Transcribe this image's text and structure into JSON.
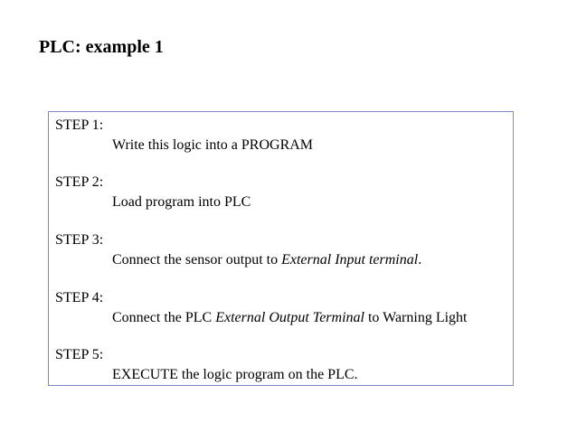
{
  "slide": {
    "title": "PLC: example 1"
  },
  "steps": [
    {
      "label": "STEP 1:",
      "text_before": "Write this logic into a PROGRAM",
      "text_italic": "",
      "text_after": ""
    },
    {
      "label": "STEP 2:",
      "text_before": "Load program into PLC",
      "text_italic": "",
      "text_after": ""
    },
    {
      "label": "STEP 3:",
      "text_before": "Connect the sensor output to ",
      "text_italic": "External Input terminal",
      "text_after": "."
    },
    {
      "label": "STEP 4:",
      "text_before": "Connect the PLC ",
      "text_italic": "External Output Terminal",
      "text_after": " to Warning Light"
    },
    {
      "label": "STEP 5:",
      "text_before": "EXECUTE the logic program on the PLC.",
      "text_italic": "",
      "text_after": ""
    }
  ]
}
